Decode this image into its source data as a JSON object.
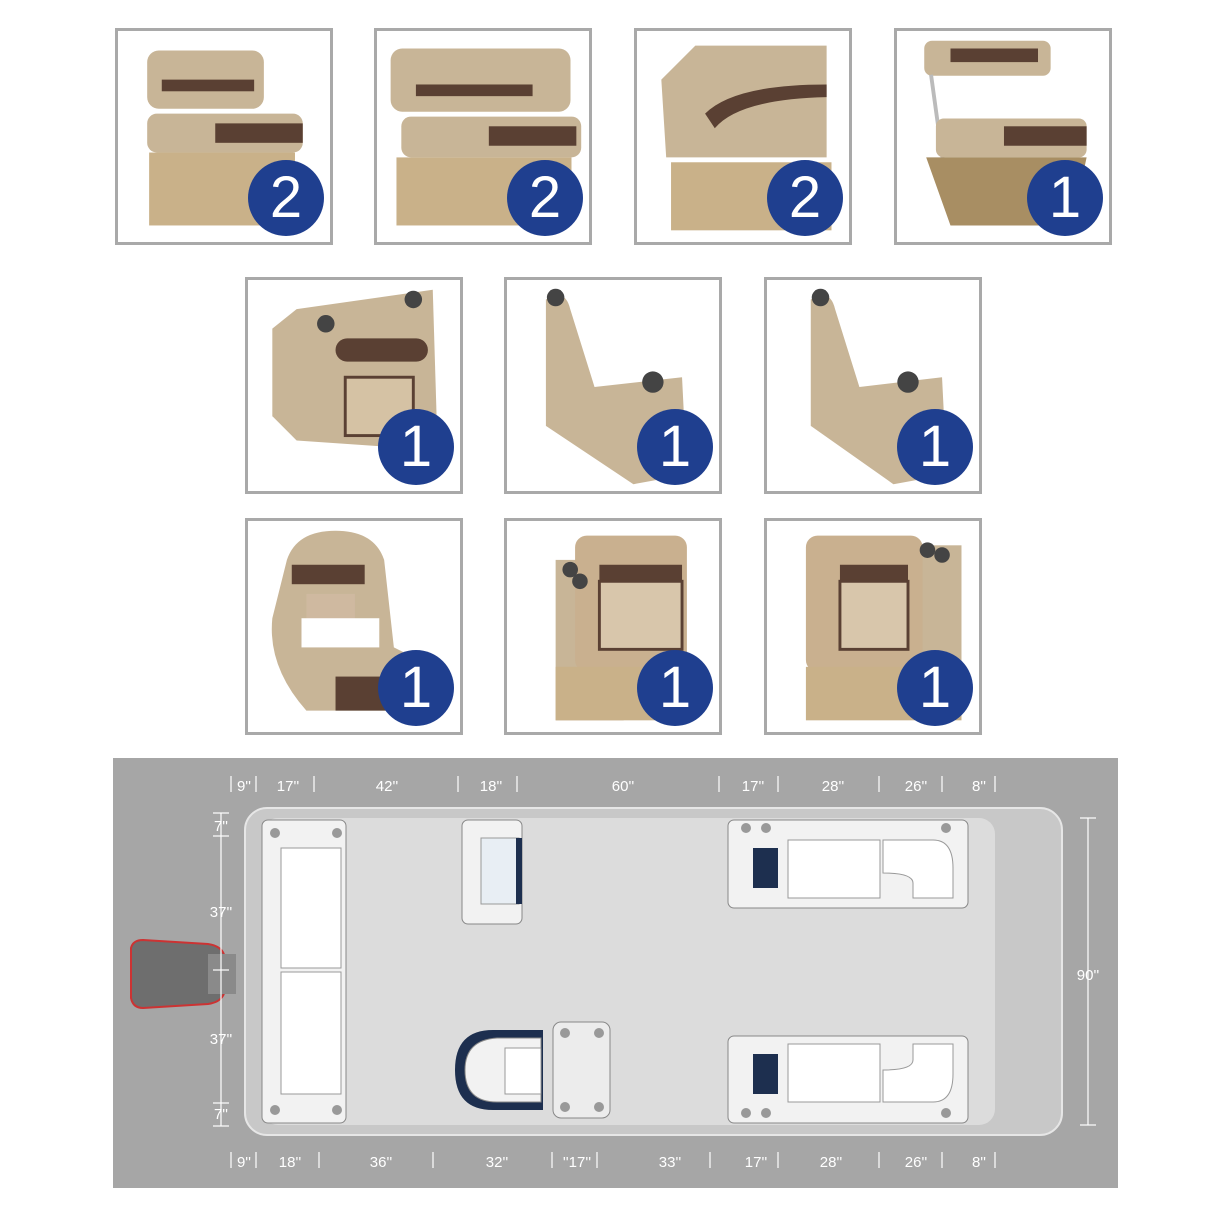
{
  "colors": {
    "badge": "#1f3f8f",
    "seat_tan": "#c8b597",
    "seat_brown": "#5a4033",
    "panel": "#a6a6a6",
    "deck": "#dcdcdc"
  },
  "products": [
    {
      "name": "bench-seat-small",
      "count": "2"
    },
    {
      "name": "bench-seat-large",
      "count": "2"
    },
    {
      "name": "corner-seat",
      "count": "2"
    },
    {
      "name": "flip-flop-seat",
      "count": "1"
    },
    {
      "name": "entry-seat",
      "count": "1"
    },
    {
      "name": "armrest-left",
      "count": "1"
    },
    {
      "name": "armrest-right",
      "count": "1"
    },
    {
      "name": "captain-chair",
      "count": "1"
    },
    {
      "name": "lounge-seat-left",
      "count": "1"
    },
    {
      "name": "lounge-seat-right",
      "count": "1"
    }
  ],
  "layout": {
    "top_dims": [
      "9''",
      "17''",
      "42''",
      "18''",
      "60''",
      "17''",
      "28''",
      "26''",
      "8''"
    ],
    "bottom_dims": [
      "9''",
      "18''",
      "36''",
      "32''",
      "''17''",
      "33''",
      "17''",
      "28''",
      "26''",
      "8''"
    ],
    "left_dims": [
      "7''",
      "37''",
      "37''",
      "7''"
    ],
    "right_dim": "90''"
  }
}
